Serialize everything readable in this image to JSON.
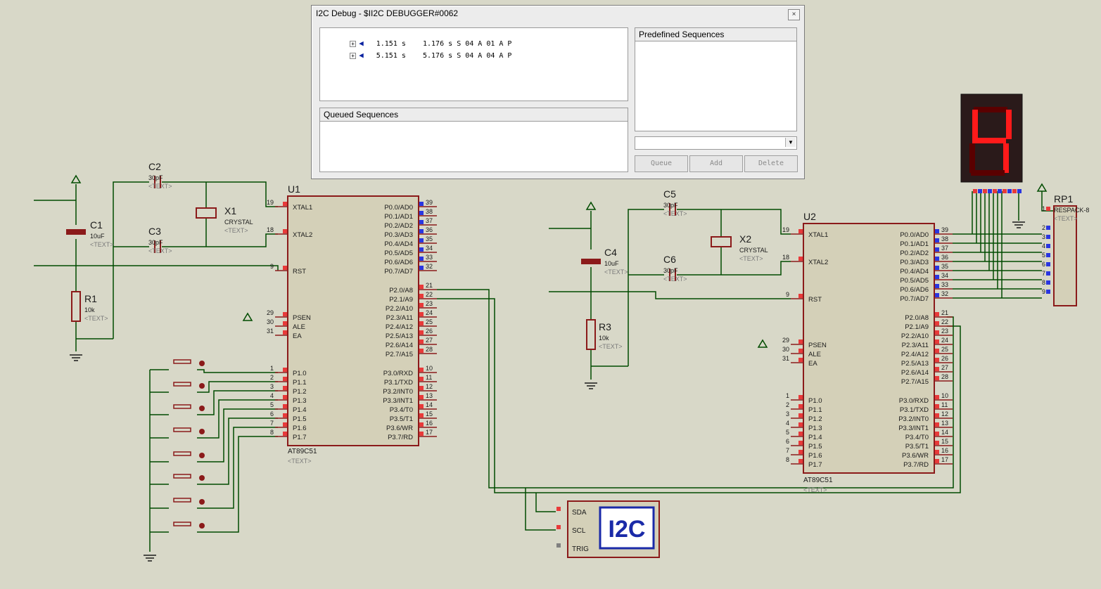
{
  "debugger": {
    "title": "I2C Debug - $II2C DEBUGGER#0062",
    "close_label": "×",
    "log": [
      {
        "start": "1.151 s",
        "end": "1.176 s",
        "seq": "S 04 A 01 A P"
      },
      {
        "start": "5.151 s",
        "end": "5.176 s",
        "seq": "S 04 A 04 A P"
      }
    ],
    "queued_header": "Queued Sequences",
    "predefined_header": "Predefined Sequences",
    "buttons": {
      "queue": "Queue",
      "add": "Add",
      "delete": "Delete"
    }
  },
  "schematic": {
    "u1": {
      "ref": "U1",
      "part": "AT89C51",
      "text": "<TEXT>",
      "left_pins": [
        {
          "num": "19",
          "name": "XTAL1"
        },
        {
          "num": "18",
          "name": "XTAL2"
        },
        {
          "num": "9",
          "name": "RST"
        },
        {
          "num": "29",
          "name": "PSEN"
        },
        {
          "num": "30",
          "name": "ALE"
        },
        {
          "num": "31",
          "name": "EA"
        },
        {
          "num": "1",
          "name": "P1.0"
        },
        {
          "num": "2",
          "name": "P1.1"
        },
        {
          "num": "3",
          "name": "P1.2"
        },
        {
          "num": "4",
          "name": "P1.3"
        },
        {
          "num": "5",
          "name": "P1.4"
        },
        {
          "num": "6",
          "name": "P1.5"
        },
        {
          "num": "7",
          "name": "P1.6"
        },
        {
          "num": "8",
          "name": "P1.7"
        }
      ],
      "right_pins": [
        {
          "num": "39",
          "name": "P0.0/AD0"
        },
        {
          "num": "38",
          "name": "P0.1/AD1"
        },
        {
          "num": "37",
          "name": "P0.2/AD2"
        },
        {
          "num": "36",
          "name": "P0.3/AD3"
        },
        {
          "num": "35",
          "name": "P0.4/AD4"
        },
        {
          "num": "34",
          "name": "P0.5/AD5"
        },
        {
          "num": "33",
          "name": "P0.6/AD6"
        },
        {
          "num": "32",
          "name": "P0.7/AD7"
        },
        {
          "num": "21",
          "name": "P2.0/A8"
        },
        {
          "num": "22",
          "name": "P2.1/A9"
        },
        {
          "num": "23",
          "name": "P2.2/A10"
        },
        {
          "num": "24",
          "name": "P2.3/A11"
        },
        {
          "num": "25",
          "name": "P2.4/A12"
        },
        {
          "num": "26",
          "name": "P2.5/A13"
        },
        {
          "num": "27",
          "name": "P2.6/A14"
        },
        {
          "num": "28",
          "name": "P2.7/A15"
        },
        {
          "num": "10",
          "name": "P3.0/RXD"
        },
        {
          "num": "11",
          "name": "P3.1/TXD"
        },
        {
          "num": "12",
          "name": "P3.2/INT0"
        },
        {
          "num": "13",
          "name": "P3.3/INT1"
        },
        {
          "num": "14",
          "name": "P3.4/T0"
        },
        {
          "num": "15",
          "name": "P3.5/T1"
        },
        {
          "num": "16",
          "name": "P3.6/WR"
        },
        {
          "num": "17",
          "name": "P3.7/RD"
        }
      ]
    },
    "u2": {
      "ref": "U2",
      "part": "AT89C51",
      "text": "<TEXT>"
    },
    "components": [
      {
        "ref": "C1",
        "value": "10uF",
        "text": "<TEXT>"
      },
      {
        "ref": "R1",
        "value": "10k",
        "text": "<TEXT>"
      },
      {
        "ref": "C2",
        "value": "30pF",
        "text": "<TEXT>"
      },
      {
        "ref": "C3",
        "value": "30pF",
        "text": "<TEXT>"
      },
      {
        "ref": "X1",
        "value": "CRYSTAL",
        "text": "<TEXT>"
      },
      {
        "ref": "C4",
        "value": "10uF",
        "text": "<TEXT>"
      },
      {
        "ref": "R3",
        "value": "10k",
        "text": "<TEXT>"
      },
      {
        "ref": "C5",
        "value": "30pF",
        "text": "<TEXT>"
      },
      {
        "ref": "C6",
        "value": "30pF",
        "text": "<TEXT>"
      },
      {
        "ref": "X2",
        "value": "CRYSTAL",
        "text": "<TEXT>"
      },
      {
        "ref": "RP1",
        "value": "RESPACK-8",
        "text": "<TEXT>"
      }
    ],
    "rp1_pins": [
      "1",
      "2",
      "3",
      "4",
      "5",
      "6",
      "7",
      "8",
      "9"
    ],
    "display_digit": "4",
    "i2c": {
      "label": "I2C",
      "pins": [
        "SDA",
        "SCL",
        "TRIG"
      ]
    },
    "colors": {
      "wire": "#004b00",
      "body_border": "#8b1a1a",
      "body_fill": "#d4d0b8",
      "pin_red": "#e83a3a",
      "pin_blue": "#2a36e0",
      "text_dark": "#1a1a1a",
      "text_label": "#7a7a7a",
      "seg_on": "#ff1a1a",
      "seg_off": "#5a0000"
    }
  }
}
